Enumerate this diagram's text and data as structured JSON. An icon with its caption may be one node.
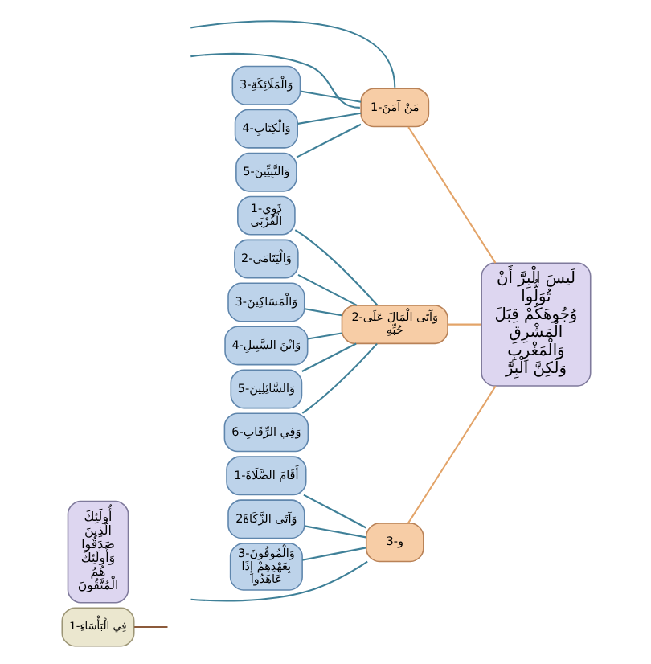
{
  "diagram": {
    "nodes": [
      {
        "text": [
          "لَيسَ الْبِرَّ أَنْ تُوَلُّوا وُجُوهَكُمْ قِبَلَ الْمَشْرِقِ وَالْمَغْرِبِ وَلَكِنَّ الْبِرَّ"
        ]
      },
      {
        "text": [
          "1-مَنْ آمَنَ"
        ]
      },
      {
        "text": [
          "3-وَالْمَلَائِكَةِ"
        ]
      },
      {
        "text": [
          "4-وَالْكِتَابِ"
        ]
      },
      {
        "text": [
          "5-وَالنَّبِيِّينَ"
        ]
      },
      {
        "text": [
          "2-وَآتَى الْمَالَ عَلَى حُبِّهِ"
        ]
      },
      {
        "text": [
          "1-ذَوِي الْقُرْبَى"
        ]
      },
      {
        "text": [
          "2-وَالْيَتَامَى"
        ]
      },
      {
        "text": [
          "3-وَالْمَسَاكِينَ"
        ]
      },
      {
        "text": [
          "4-وَابْنَ السَّبِيلِ"
        ]
      },
      {
        "text": [
          "5-وَالسَّائِلِينَ"
        ]
      },
      {
        "text": [
          "6-وَفِي الرِّقَابِ"
        ]
      },
      {
        "text": [
          "3-و"
        ]
      },
      {
        "text": [
          "1-أَقَامَ الصَّلَاةَ"
        ]
      },
      {
        "text": [
          "2وَآتَى الزَّكَاةَ"
        ]
      },
      {
        "text": [
          "3-وَالْمُوفُونَ بِعَهْدِهِمْ إِذَا عَاهَدُوا"
        ]
      },
      {
        "text": [
          "1-فِي الْبَأْسَاءِ"
        ]
      },
      {
        "text": [
          "أُولَئِكَ الَّذِينَ صَدَقُوا وَأُولَئِكَ هُمُ الْمُتَّقُونَ"
        ]
      }
    ],
    "edges": [
      {
        "from": 0,
        "to": 1,
        "arrow": "none",
        "color": "#e3a469"
      },
      {
        "from": 0,
        "to": 5,
        "arrow": "none",
        "color": "#e3a469"
      },
      {
        "from": 0,
        "to": 12,
        "arrow": "none",
        "color": "#e3a469"
      },
      {
        "from": 1,
        "to": null,
        "arrow": "none"
      },
      {
        "from": 1,
        "to": null,
        "arrow": "none"
      },
      {
        "from": 1,
        "to": 2,
        "arrow": "none"
      },
      {
        "from": 1,
        "to": 3,
        "arrow": "none"
      },
      {
        "from": 1,
        "to": 4,
        "arrow": "none"
      },
      {
        "from": 5,
        "to": 6,
        "arrow": "none"
      },
      {
        "from": 5,
        "to": 7,
        "arrow": "none"
      },
      {
        "from": 5,
        "to": 8,
        "arrow": "none"
      },
      {
        "from": 5,
        "to": 9,
        "arrow": "none"
      },
      {
        "from": 5,
        "to": 10,
        "arrow": "none"
      },
      {
        "from": 5,
        "to": 11,
        "arrow": "none"
      },
      {
        "from": 12,
        "to": 13,
        "arrow": "none"
      },
      {
        "from": 12,
        "to": 14,
        "arrow": "none"
      },
      {
        "from": 12,
        "to": 15,
        "arrow": "none"
      },
      {
        "from": 12,
        "to": null,
        "arrow": "none"
      },
      {
        "from": null,
        "to": 16,
        "arrow": "none",
        "color": "#8c5a3a"
      }
    ]
  }
}
